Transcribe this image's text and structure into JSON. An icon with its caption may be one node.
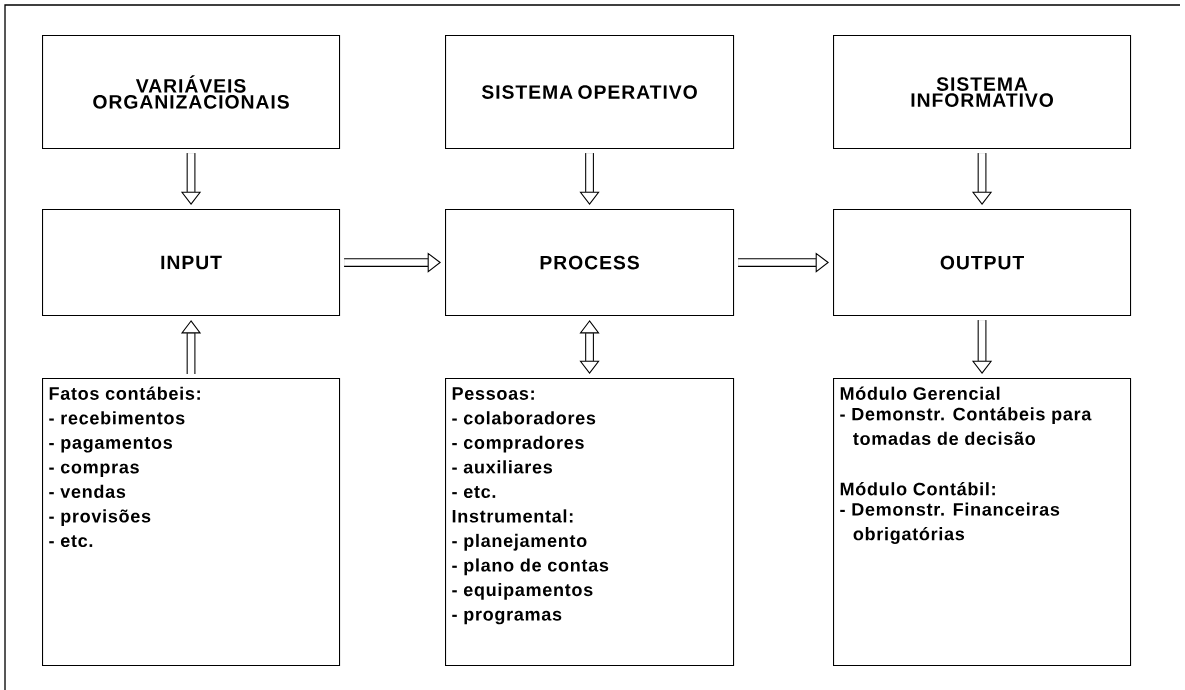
{
  "diagram": {
    "nodes": [
      {
        "text": [
          "VARIÁVEIS ORGANIZACIONAIS"
        ]
      },
      {
        "text": [
          "SISTEMA OPERATIVO"
        ]
      },
      {
        "text": [
          "SISTEMA INFORMATIVO"
        ]
      },
      {
        "text": [
          "INPUT"
        ]
      },
      {
        "text": [
          "PROCESS"
        ]
      },
      {
        "text": [
          "OUTPUT"
        ]
      },
      {
        "text": [
          "Fatos contábeis:",
          "- recebimentos",
          "- pagamentos",
          "- compras",
          "- vendas",
          "- provisões",
          "- etc."
        ]
      },
      {
        "text": [
          "Pessoas:",
          "- colaboradores",
          "- compradores",
          "- auxiliares",
          "- etc.",
          "Instrumental:",
          "- planejamento",
          "- plano de contas",
          "- equipamentos",
          "- programas"
        ]
      },
      {
        "text": [
          "Módulo Gerencial",
          "- Demonstr. Contábeis para tomadas de decisão",
          "Módulo Contábil:",
          "- Demonstr. Financeiras obrigatórias"
        ]
      }
    ],
    "edges": [
      {
        "from": 0,
        "to": 3,
        "arrow": "to"
      },
      {
        "from": 1,
        "to": 4,
        "arrow": "to"
      },
      {
        "from": 2,
        "to": 5,
        "arrow": "to"
      },
      {
        "from": 3,
        "to": 4,
        "arrow": "to"
      },
      {
        "from": 4,
        "to": 5,
        "arrow": "to"
      },
      {
        "from": 6,
        "to": 3,
        "arrow": "to"
      },
      {
        "from": 4,
        "to": 7,
        "arrow": "both"
      },
      {
        "from": 5,
        "to": 8,
        "arrow": "to"
      }
    ]
  }
}
